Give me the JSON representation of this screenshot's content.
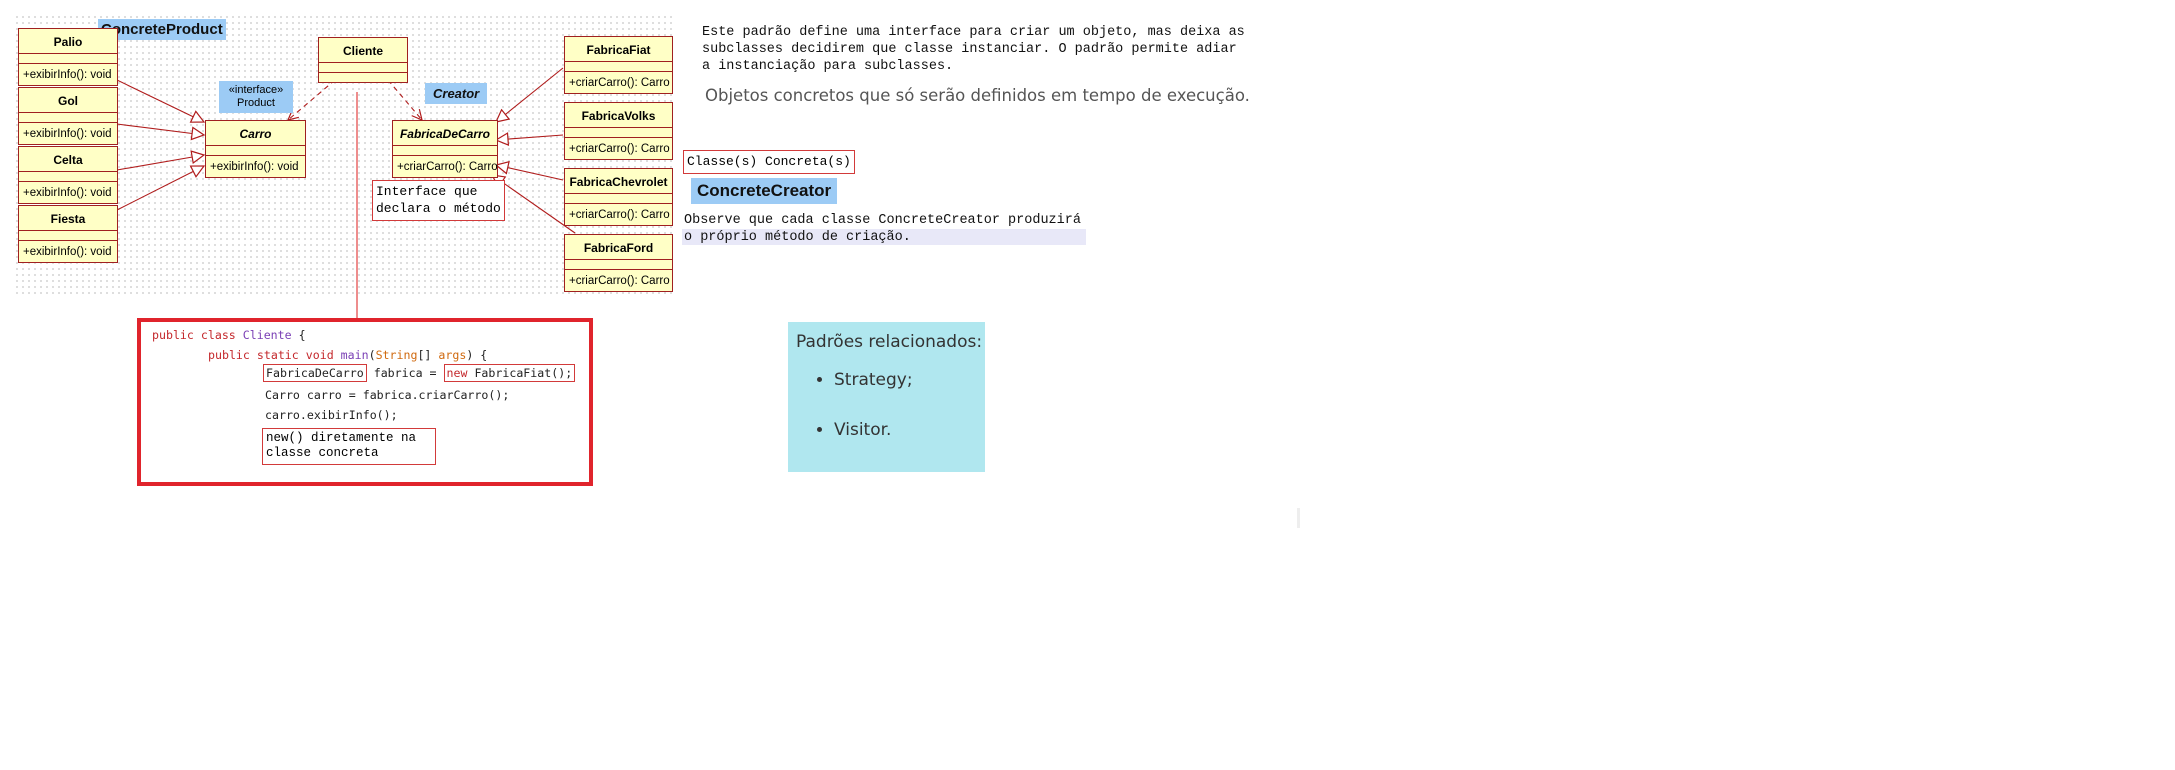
{
  "diagram": {
    "concrete_products": [
      {
        "name": "Palio",
        "op": "+exibirInfo(): void"
      },
      {
        "name": "Gol",
        "op": "+exibirInfo(): void"
      },
      {
        "name": "Celta",
        "op": "+exibirInfo(): void"
      },
      {
        "name": "Fiesta",
        "op": "+exibirInfo(): void"
      }
    ],
    "concrete_product_tag": "ConcreteProduct",
    "interface_tag": "«interface»\nProduct",
    "product": {
      "name": "Carro",
      "op": "+exibirInfo(): void"
    },
    "client": {
      "name": "Cliente"
    },
    "creator_tag": "Creator",
    "creator": {
      "name": "FabricaDeCarro",
      "op": "+criarCarro(): Carro"
    },
    "creator_note": "Interface que\ndeclara o método",
    "factories": [
      {
        "name": "FabricaFiat",
        "op": "+criarCarro(): Carro"
      },
      {
        "name": "FabricaVolks",
        "op": "+criarCarro(): Carro"
      },
      {
        "name": "FabricaChevrolet",
        "op": "+criarCarro(): Carro"
      },
      {
        "name": "FabricaFord",
        "op": "+criarCarro(): Carro"
      }
    ]
  },
  "code": {
    "line1": [
      "public",
      "class",
      "Cliente",
      "{"
    ],
    "line2": [
      "public",
      "static",
      "void",
      "main",
      "(",
      "String",
      "[] ",
      "args",
      ") {"
    ],
    "line3": [
      "FabricaDeCarro",
      " fabrica = ",
      "new",
      " FabricaFiat();"
    ],
    "line4": "Carro carro = fabrica.criarCarro();",
    "line5": "carro.exibirInfo();",
    "note": "new() diretamente na\nclasse concreta"
  },
  "text": {
    "description": "Este padrão define uma interface para criar um objeto, mas deixa as\nsubclasses decidirem que classe instanciar. O padrão permite adiar\na instanciação para subclasses.",
    "objects_note": "Objetos concretos que só serão definidos em tempo de execução.",
    "concrete_classes": "Classe(s) Concreta(s)",
    "concrete_creator_tag": "ConcreteCreator",
    "observe": "Observe que cada classe ConcreteCreator produzirá\no próprio método de criação."
  },
  "related": {
    "title": "Padrões relacionados:",
    "items": [
      "Strategy;",
      "Visitor."
    ]
  }
}
